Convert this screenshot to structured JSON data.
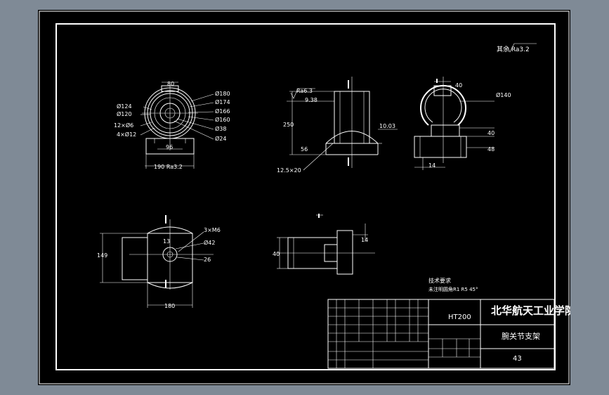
{
  "top_right_note": "其余 Ra3.2",
  "view1": {
    "top_dim": "80",
    "left_dims": [
      "Ø124",
      "Ø120",
      "12×Ø6",
      "4×Ø12"
    ],
    "right_dims": [
      "Ø180",
      "Ø174",
      "Ø166",
      "Ø160",
      "Ø38",
      "Ø24"
    ],
    "bottom_dim": "96",
    "base_dim": "190 Ra3.2"
  },
  "view2": {
    "roughness": "Ra6.3",
    "dims": [
      "9.38",
      "250",
      "56",
      "10.03",
      "12.5×20"
    ]
  },
  "view3": {
    "top_dim": "40",
    "dims": [
      "Ø140",
      "40",
      "48",
      "14"
    ]
  },
  "view4": {
    "dims": [
      "3×M6",
      "13",
      "Ø42",
      "26",
      "149",
      "180"
    ]
  },
  "view5": {
    "dims": [
      "40",
      "14"
    ]
  },
  "notes": {
    "title": "技术要求",
    "line1": "未注明圆角R1 R5 45°"
  },
  "title_block": {
    "material": "HT200",
    "school": "北华航天工业学院",
    "part_name": "腕关节支架",
    "drawing_no": "43"
  }
}
